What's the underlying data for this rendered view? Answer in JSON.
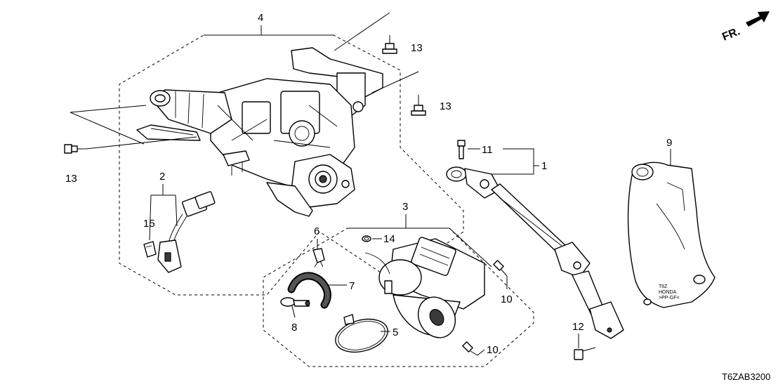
{
  "diagram": {
    "drawing_code": "T6ZAB3200",
    "orientation_label": "FR.",
    "callouts": {
      "c1": "1",
      "c2": "2",
      "c3": "3",
      "c4": "4",
      "c5": "5",
      "c6": "6",
      "c7": "7",
      "c8": "8",
      "c9": "9",
      "c10a": "10",
      "c10b": "10",
      "c11": "11",
      "c12": "12",
      "c13a": "13",
      "c13b": "13",
      "c13c": "13",
      "c14": "14",
      "c15": "15"
    },
    "cover_stamp": [
      "T6Z",
      "HONDA",
      ">PP-GF<"
    ]
  }
}
